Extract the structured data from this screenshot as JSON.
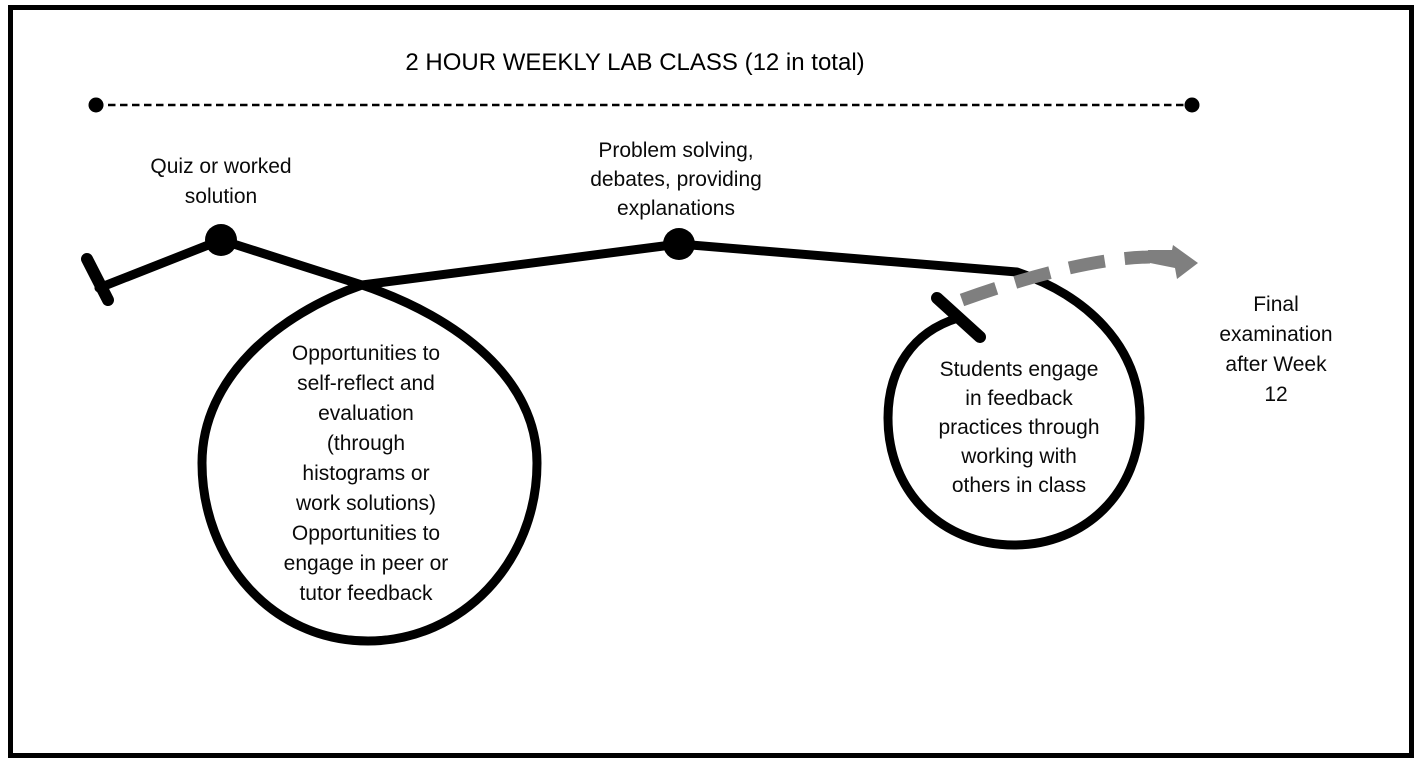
{
  "title": "2 HOUR WEEKLY LAB CLASS (12 in total)",
  "nodes": {
    "quiz_label": "Quiz or worked\nsolution",
    "problem_label": "Problem solving,\ndebates, providing\nexplanations",
    "reflection_loop_label": "Opportunities to\nself-reflect and\nevaluation\n(through\nhistograms or\nwork solutions)\nOpportunities to\nengage in peer or\ntutor feedback",
    "feedback_loop_label": "Students engage\nin feedback\npractices through\nworking with\nothers in class",
    "final_exam_label": "Final\nexamination\nafter Week\n12"
  },
  "icons": {
    "span_line": "dashed-horizontal-line-with-end-dots",
    "milestone_dots": "filled-circle-markers",
    "journey_ticks": "perpendicular-end-bars",
    "forward_arrow": "gray-dashed-curve-with-block-arrowhead"
  },
  "colors": {
    "ink": "#000000",
    "arrow_gray": "#7f7f7f",
    "background": "#ffffff"
  }
}
